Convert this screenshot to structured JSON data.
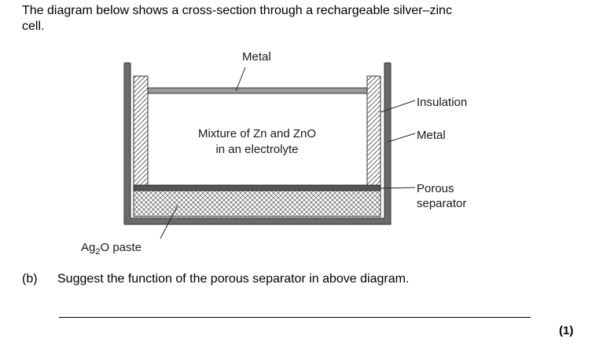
{
  "intro": {
    "line1": "The diagram below shows a cross-section through a rechargeable silver–zinc",
    "line2": "cell."
  },
  "diagram": {
    "label_metal_top": "Metal",
    "label_mixture_line1": "Mixture of Zn and ZnO",
    "label_mixture_line2": "in an electrolyte",
    "label_insulation": "Insulation",
    "label_metal_right": "Metal",
    "label_porous_line1": "Porous",
    "label_porous_line2": "separator",
    "label_paste_prefix": "Ag",
    "label_paste_subscript": "2",
    "label_paste_suffix": "O paste"
  },
  "question": {
    "part": "(b)",
    "text": "Suggest the function of the porous separator in above diagram.",
    "marks": "(1)"
  }
}
